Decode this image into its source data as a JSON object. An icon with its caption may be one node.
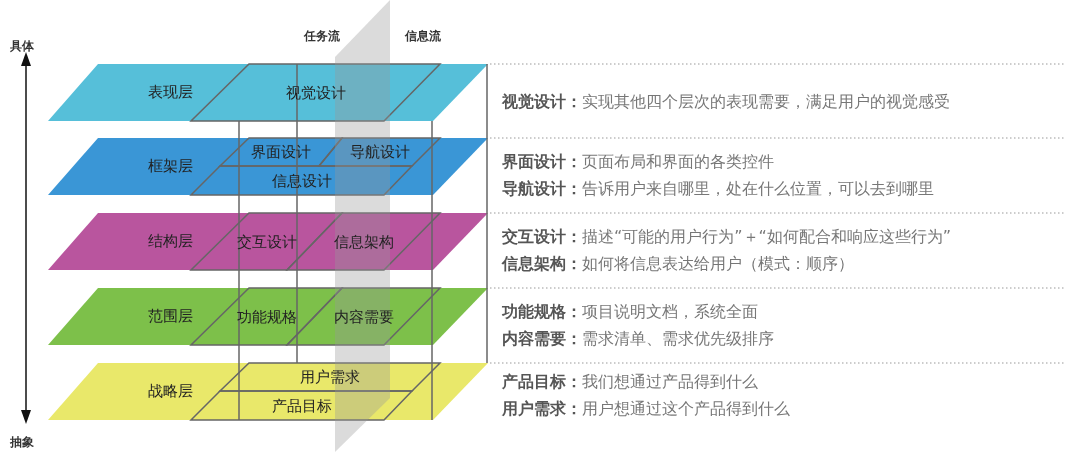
{
  "diagram": {
    "nodes": [
      {
        "text": [
          "表现层"
        ]
      },
      {
        "text": [
          "视觉设计"
        ],
        "in": 0
      },
      {
        "text": [
          "框架层"
        ]
      },
      {
        "text": [
          "界面设计"
        ],
        "in": 2
      },
      {
        "text": [
          "导航设计"
        ],
        "in": 2
      },
      {
        "text": [
          "信息设计"
        ],
        "in": 2
      },
      {
        "text": [
          "结构层"
        ]
      },
      {
        "text": [
          "交互设计"
        ],
        "in": 6
      },
      {
        "text": [
          "信息架构"
        ],
        "in": 6
      },
      {
        "text": [
          "范围层"
        ]
      },
      {
        "text": [
          "功能规格"
        ],
        "in": 9
      },
      {
        "text": [
          "内容需要"
        ],
        "in": 9
      },
      {
        "text": [
          "战略层"
        ]
      },
      {
        "text": [
          "用户需求"
        ],
        "in": 12
      },
      {
        "text": [
          "产品目标"
        ],
        "in": 12
      }
    ],
    "labels": [
      "任务流",
      "信息流",
      "具体",
      "**视觉设计：**实现其他四个层次的表现需要，满足用户的视觉感受",
      "**界面设计：**页面布局和界面的各类控件",
      "**导航设计：**告诉用户来自哪里，处在什么位置，可以去到哪里",
      "**交互设计：**描述“可能的用户行为”＋“如何配合和响应这些行为”",
      "**信息架构：**如何将信息表达给用户（模式：顺序）",
      "**功能规格：**项目说明文档，系统全面",
      "**内容需要：**需求清单、需求优先级排序",
      "**产品目标：**我们想通过产品得到什么",
      "**用户需求：**用户想通过这个产品得到什么",
      "抽象"
    ]
  }
}
